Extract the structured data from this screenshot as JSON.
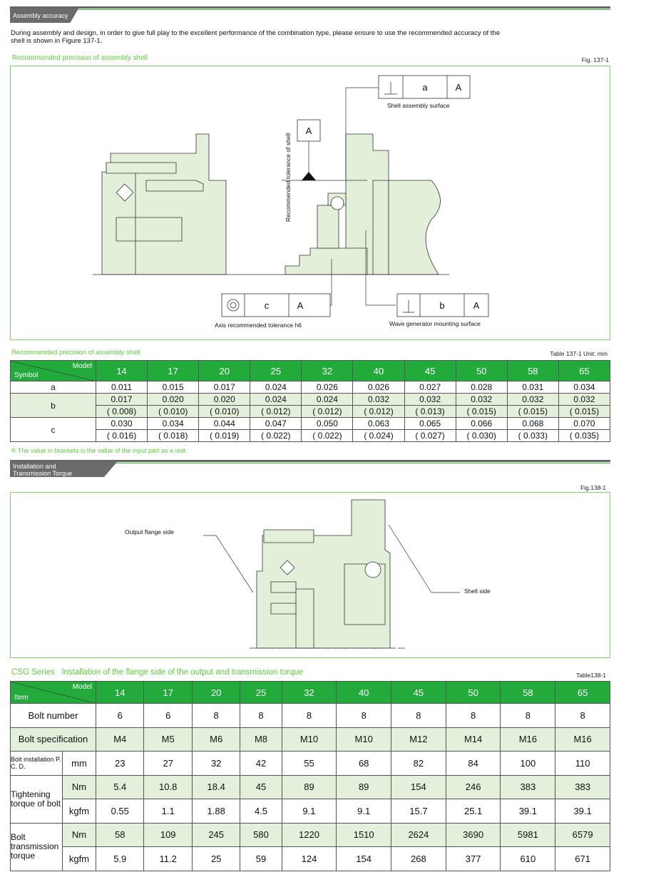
{
  "section1": {
    "tag": "Assembly accuracy",
    "paragraph": "During assembly and design, in order to give full play to the excellent performance of the combination type, please ensure to use the recommended accuracy of the shell is shown in Figure 137-1.",
    "fig_title": "Recommended precision of assembly shell",
    "fig_label": "Fig. 137-1",
    "fig_labels": {
      "shell_surface": "Shell assembly surface",
      "tolerance_vertical": "Recommended tolerance of shell",
      "axis_tol": "Axis recommended tolerance h6",
      "wave_gen": "Wave generator mounting surface",
      "fc_a": [
        "a",
        "A"
      ],
      "datum": "A",
      "fc_c": [
        "c",
        "A"
      ],
      "fc_b": [
        "b",
        "A"
      ]
    }
  },
  "table1": {
    "title": "Recommended precision of assembly shell",
    "label": "Table 137-1  Unit: mm",
    "corner_model": "Model",
    "corner_symbol": "Symbol",
    "models": [
      "14",
      "17",
      "20",
      "25",
      "32",
      "40",
      "45",
      "50",
      "58",
      "65"
    ],
    "rows": [
      {
        "symbol": "a",
        "values": [
          "0.011",
          "0.015",
          "0.017",
          "0.024",
          "0.026",
          "0.026",
          "0.027",
          "0.028",
          "0.031",
          "0.034"
        ]
      },
      {
        "symbol": "b",
        "values": [
          "0.017",
          "0.020",
          "0.020",
          "0.024",
          "0.024",
          "0.032",
          "0.032",
          "0.032",
          "0.032",
          "0.032"
        ],
        "input": [
          "( 0.008)",
          "( 0.010)",
          "( 0.010)",
          "( 0.012)",
          "( 0.012)",
          "( 0.012)",
          "( 0.013)",
          "( 0.015)",
          "( 0.015)",
          "( 0.015)"
        ]
      },
      {
        "symbol": "c",
        "values": [
          "0.030",
          "0.034",
          "0.044",
          "0.047",
          "0.050",
          "0.063",
          "0.065",
          "0.066",
          "0.068",
          "0.070"
        ],
        "input": [
          "( 0.016)",
          "( 0.018)",
          "( 0.019)",
          "( 0.022)",
          "( 0.022)",
          "( 0.024)",
          "( 0.027)",
          "( 0.030)",
          "( 0.033)",
          "( 0.035)"
        ]
      }
    ],
    "note": "※  The value in brackets is the value of the input part as a unit."
  },
  "section2": {
    "tag_line1": "Installation and",
    "tag_line2": "Transmission Torque",
    "fig_label": "Fig.138-1",
    "output_flange": "Output flange side",
    "shell_side": "Shell side"
  },
  "table2": {
    "title_series": "CSG Series",
    "title": "Installation of the flange side of the output and transmission torque",
    "label": "Table138-1",
    "corner_model": "Model",
    "corner_item": "Item",
    "models": [
      "14",
      "17",
      "20",
      "25",
      "32",
      "40",
      "45",
      "50",
      "58",
      "65"
    ],
    "bolt_number": {
      "label": "Bolt number",
      "values": [
        "6",
        "6",
        "8",
        "8",
        "8",
        "8",
        "8",
        "8",
        "8",
        "8"
      ]
    },
    "bolt_spec": {
      "label": "Bolt specification",
      "values": [
        "M4",
        "M5",
        "M6",
        "M8",
        "M10",
        "M10",
        "M12",
        "M14",
        "M16",
        "M16"
      ]
    },
    "pcd": {
      "label": "Bolt installation P. C. D.",
      "unit": "mm",
      "values": [
        "23",
        "27",
        "32",
        "42",
        "55",
        "68",
        "82",
        "84",
        "100",
        "110"
      ]
    },
    "tightening": {
      "label": "Tightening torque of bolt",
      "unit_nm": "Nm",
      "nm": [
        "5.4",
        "10.8",
        "18.4",
        "45",
        "89",
        "89",
        "154",
        "246",
        "383",
        "383"
      ],
      "unit_kgfm": "kgfm",
      "kgfm": [
        "0.55",
        "1.1",
        "1.88",
        "4.5",
        "9.1",
        "9.1",
        "15.7",
        "25.1",
        "39.1",
        "39.1"
      ]
    },
    "transmission": {
      "label": "Bolt transmission torque",
      "unit_nm": "Nm",
      "nm": [
        "58",
        "109",
        "245",
        "580",
        "1220",
        "1510",
        "2624",
        "3690",
        "5981",
        "6579"
      ],
      "unit_kgfm": "kgfm",
      "kgfm": [
        "5.9",
        "11.2",
        "25",
        "59",
        "124",
        "154",
        "268",
        "377",
        "610",
        "671"
      ]
    }
  }
}
